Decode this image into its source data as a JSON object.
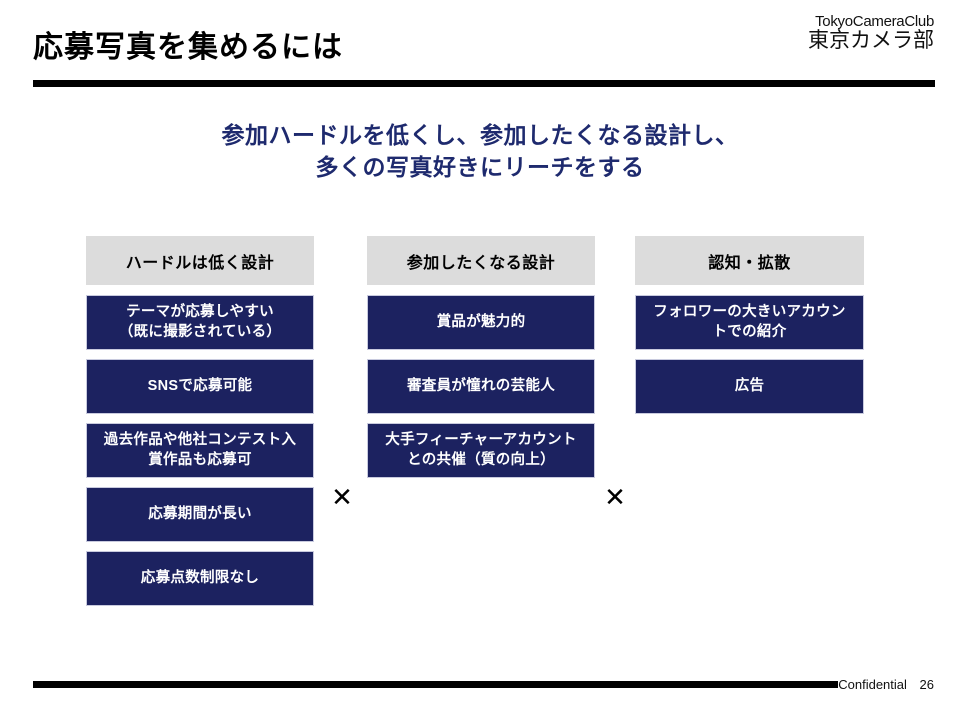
{
  "header": {
    "title": "応募写真を集めるには",
    "logo_en": "TokyoCameraClub",
    "logo_jp": "東京カメラ部"
  },
  "subtitle": {
    "line1": "参加ハードルを低くし、参加したくなる設計し、",
    "line2": "多くの写真好きにリーチをする"
  },
  "operators": {
    "times_1": "✕",
    "times_2": "✕"
  },
  "columns": [
    {
      "header": "ハードルは低く設計",
      "items": [
        {
          "line1": "テーマが応募しやすい",
          "line2": "（既に撮影されている）"
        },
        {
          "line1": "SNSで応募可能",
          "line2": ""
        },
        {
          "line1": "過去作品や他社コンテスト入",
          "line2": "賞作品も応募可"
        },
        {
          "line1": "応募期間が長い",
          "line2": ""
        },
        {
          "line1": "応募点数制限なし",
          "line2": ""
        }
      ]
    },
    {
      "header": "参加したくなる設計",
      "items": [
        {
          "line1": "賞品が魅力的",
          "line2": ""
        },
        {
          "line1": "審査員が憧れの芸能人",
          "line2": ""
        },
        {
          "line1": "大手フィーチャーアカウント",
          "line2": "との共催（質の向上）"
        }
      ]
    },
    {
      "header": "認知・拡散",
      "items": [
        {
          "line1": "フォロワーの大きいアカウン",
          "line2": "トでの紹介"
        },
        {
          "line1": "広告",
          "line2": ""
        }
      ]
    }
  ],
  "footer": {
    "confidential": "Confidential",
    "page_number": "26"
  },
  "colors": {
    "navy_box": "#1c2260",
    "subtitle_navy": "#1e2a6e",
    "header_gray": "#dcdcdc",
    "rule_black": "#000000"
  }
}
